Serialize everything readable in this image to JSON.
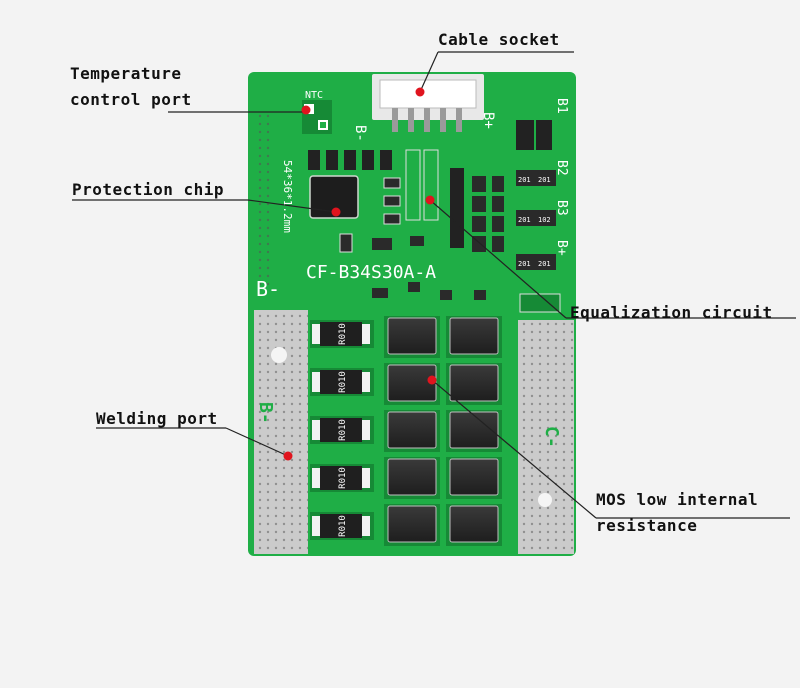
{
  "board": {
    "model_marking": "CF-B34S30A-A",
    "size_marking": "54*36*1.2mm",
    "ntc_marking": "NTC",
    "pads": {
      "b_minus": "B-",
      "b_plus": "B+",
      "c_minus": "C-",
      "b1": "B1",
      "b2": "B2",
      "b3": "B3"
    },
    "resistor_code": "R010",
    "smd_code": "201",
    "smd_code_alt": "102"
  },
  "callouts": {
    "cable_socket": "Cable socket",
    "temperature_line1": "Temperature",
    "temperature_line2": "control port",
    "protection_chip": "Protection chip",
    "equalization_circuit": "Equalization circuit",
    "welding_port": "Welding port",
    "mos_line1": "MOS low internal",
    "mos_line2": "resistance"
  },
  "colors": {
    "pcb_green": "#1fae46",
    "pcb_dark_green": "#168a36",
    "marker_red": "#e0141e",
    "leader_line": "#222222",
    "tin_pad": "#c9c9c9",
    "component_black": "#2a2a2a"
  }
}
